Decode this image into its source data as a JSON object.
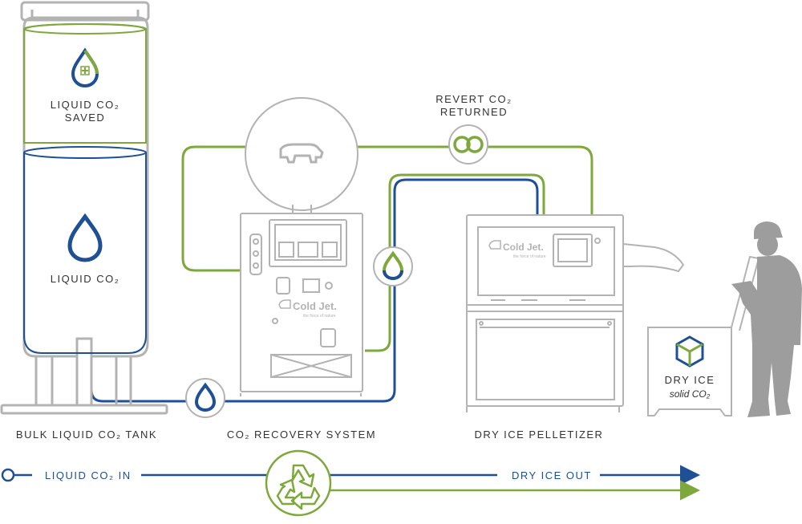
{
  "colors": {
    "blue": "#1f4f94",
    "green": "#7ea83c",
    "grey": "#b3b3b3",
    "person": "#9d9d9d",
    "text": "#333333"
  },
  "tank": {
    "saved_label_line1": "LIQUID CO₂",
    "saved_label_line2": "SAVED",
    "liquid_label": "LIQUID CO₂",
    "caption": "BULK LIQUID CO₂ TANK",
    "saved_icon": "droplet-plus-icon",
    "liquid_icon": "droplet-icon"
  },
  "recovery": {
    "caption": "CO₂ RECOVERY SYSTEM",
    "brand": "Cold Jet.",
    "tagline": "the force of nature",
    "sphere_icon": "polar-bear-logo-icon"
  },
  "revert": {
    "line1": "REVERT CO₂",
    "line2": "RETURNED",
    "icon": "revert-loop-icon"
  },
  "pelletizer": {
    "caption": "DRY ICE PELLETIZER",
    "brand": "Cold Jet.",
    "tagline": "the force of nature"
  },
  "dry_ice": {
    "label": "DRY ICE",
    "sublabel": "solid CO₂",
    "icon": "cube-icon"
  },
  "flow": {
    "in_label": "LIQUID CO₂ IN",
    "out_label": "DRY ICE OUT",
    "recycle_icon": "recycle-icon"
  }
}
